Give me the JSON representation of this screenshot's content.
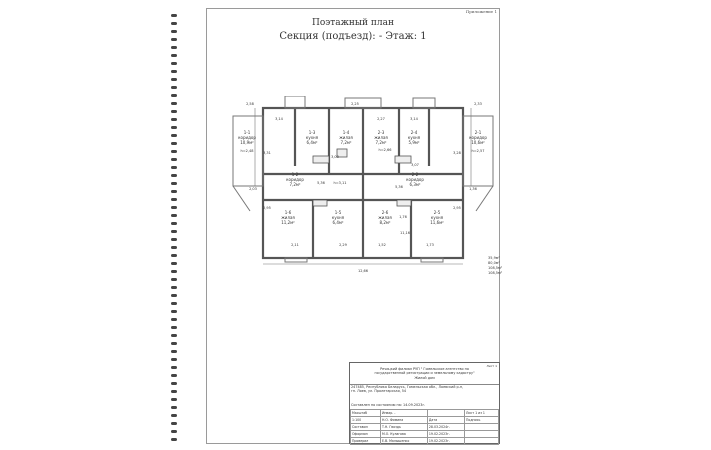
{
  "document": {
    "appendix": "Приложение 1",
    "title": "Поэтажный план",
    "subtitle": "Секция (подъезд): - Этаж: 1"
  },
  "plan": {
    "rooms": [
      {
        "id": "1-1",
        "name": "коридор",
        "area": "10,9м²"
      },
      {
        "id": "1-3",
        "name": "кухня",
        "area": "6,4м²"
      },
      {
        "id": "1-4",
        "name": "жилая",
        "area": "7,2м²"
      },
      {
        "id": "2-3",
        "name": "жилая",
        "area": "7,2м²"
      },
      {
        "id": "2-4",
        "name": "кухня",
        "area": "5,9м²"
      },
      {
        "id": "2-1",
        "name": "коридор",
        "area": "10,6м²"
      },
      {
        "id": "1-2",
        "name": "коридор",
        "area": "7,2м²"
      },
      {
        "id": "2-2",
        "name": "коридор",
        "area": "6,3м²"
      },
      {
        "id": "1-6",
        "name": "жилая",
        "area": "11,2м²"
      },
      {
        "id": "1-5",
        "name": "кухня",
        "area": "6,4м²"
      },
      {
        "id": "2-6",
        "name": "жилая",
        "area": "8,2м²"
      },
      {
        "id": "2-5",
        "name": "кухня",
        "area": "11,6м²"
      }
    ],
    "dims": {
      "d1": "2,58",
      "d2": "2,25",
      "d3": "3,14",
      "d4": "2,27",
      "d5": "3,14",
      "d6": "2,33",
      "d7": "h=2,48",
      "d8": "h=2,57",
      "d9": "h=2,66",
      "d10": "h=3,11",
      "d11": "5,36",
      "d12": "5,36",
      "d13": "2,03",
      "d14": "1,36",
      "d15": "3,31",
      "d16": "3,28",
      "d17": "2,95",
      "d18": "2,95",
      "d19": "2,11",
      "d20": "2,29",
      "d21": "1,52",
      "d22": "1,73",
      "d23": "12,66",
      "d24": "11,16",
      "d25": "1,76",
      "d26": "3,03",
      "d27": "3,07"
    }
  },
  "areas": [
    "35,9м²",
    "80,0м²",
    "108,5м²",
    "108,5м²"
  ],
  "stamp": {
    "title": "Лист 1",
    "org_line1": "Речицкий филиал РУП \" Гомельское агентство по",
    "org_line2": "государственной регистрации и земельному кадастру\"",
    "org_line3": "Жилой дом",
    "addr_line1": "247485, Республика Беларусь, Гомельская обл., Лоевский р-н,",
    "addr_line2": "гп. Лоев, ул. Пролетарская, 54",
    "date_line": "Составлен по состоянию на: 14.09.2023г.",
    "rows": [
      [
        "Масштаб",
        "Инвар. -",
        "",
        "Лист 1 из 1"
      ],
      [
        "1:100",
        "Н.О. Фимина",
        "Дата",
        "Подпись"
      ],
      [
        "Составил",
        "Т.Н. Гвоздь",
        "28.03.2024г.",
        ""
      ],
      [
        "Оформил",
        "М.О. Кулагова",
        "19.02.2023г.",
        ""
      ],
      [
        "Проверил",
        "Е.В. Малышенко",
        "19.02.2023г.",
        ""
      ]
    ]
  }
}
